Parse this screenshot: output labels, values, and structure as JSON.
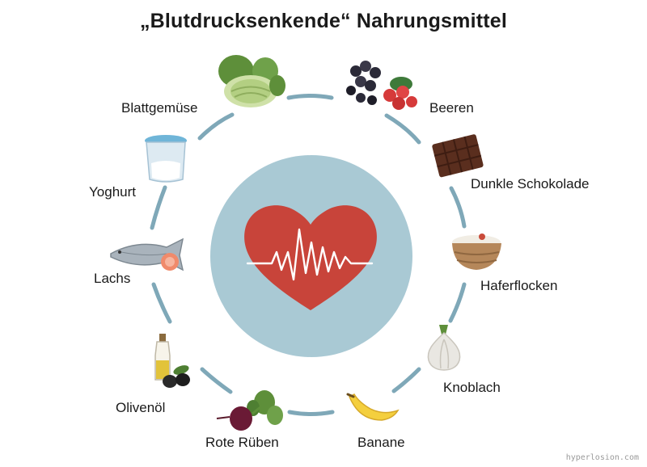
{
  "title": "„Blutdrucksenkende“ Nahrungsmittel",
  "watermark": "hyperlosion.com",
  "colors": {
    "circle": "#A9C9D4",
    "connector": "#7FA8B8",
    "heart": "#C8443A"
  },
  "foods": [
    {
      "label": "Blattgemüse",
      "icon": "cabbage-icon"
    },
    {
      "label": "Beeren",
      "icon": "berries-icon"
    },
    {
      "label": "Dunkle Schokolade",
      "icon": "chocolate-icon"
    },
    {
      "label": "Haferflocken",
      "icon": "oatmeal-bowl-icon"
    },
    {
      "label": "Knoblach",
      "icon": "garlic-icon"
    },
    {
      "label": "Banane",
      "icon": "banana-icon"
    },
    {
      "label": "Rote Rüben",
      "icon": "beetroot-icon"
    },
    {
      "label": "Olivenöl",
      "icon": "olive-oil-icon"
    },
    {
      "label": "Lachs",
      "icon": "salmon-icon"
    },
    {
      "label": "Yoghurt",
      "icon": "yoghurt-icon"
    }
  ],
  "center_icon": "heart-pulse-icon"
}
